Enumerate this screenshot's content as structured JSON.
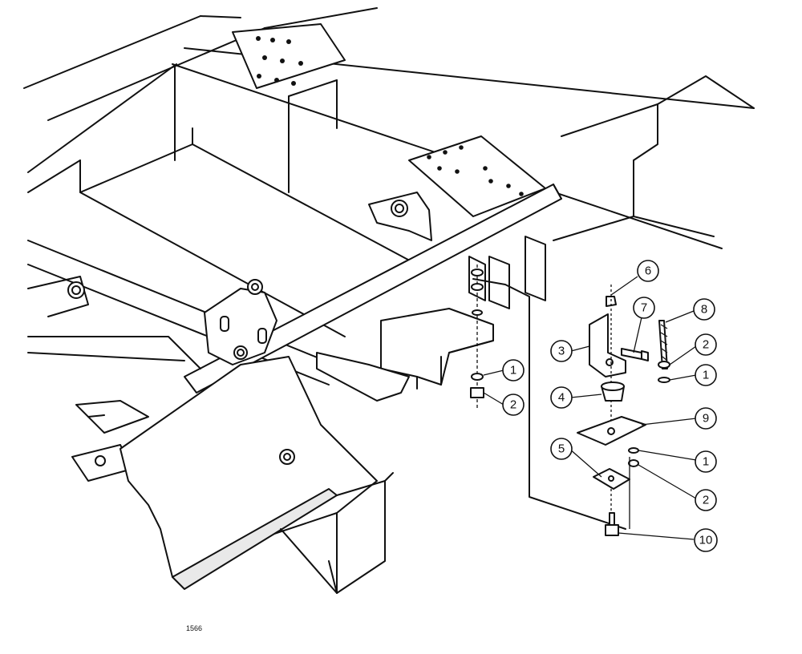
{
  "drawing_number": "1566",
  "callouts": [
    {
      "id": "c1a",
      "label": "1"
    },
    {
      "id": "c2a",
      "label": "2"
    },
    {
      "id": "c3",
      "label": "3"
    },
    {
      "id": "c4",
      "label": "4"
    },
    {
      "id": "c5",
      "label": "5"
    },
    {
      "id": "c6",
      "label": "6"
    },
    {
      "id": "c7",
      "label": "7"
    },
    {
      "id": "c8",
      "label": "8"
    },
    {
      "id": "c2b",
      "label": "2"
    },
    {
      "id": "c1b",
      "label": "1"
    },
    {
      "id": "c9",
      "label": "9"
    },
    {
      "id": "c1c",
      "label": "1"
    },
    {
      "id": "c2c",
      "label": "2"
    },
    {
      "id": "c10",
      "label": "10"
    }
  ]
}
